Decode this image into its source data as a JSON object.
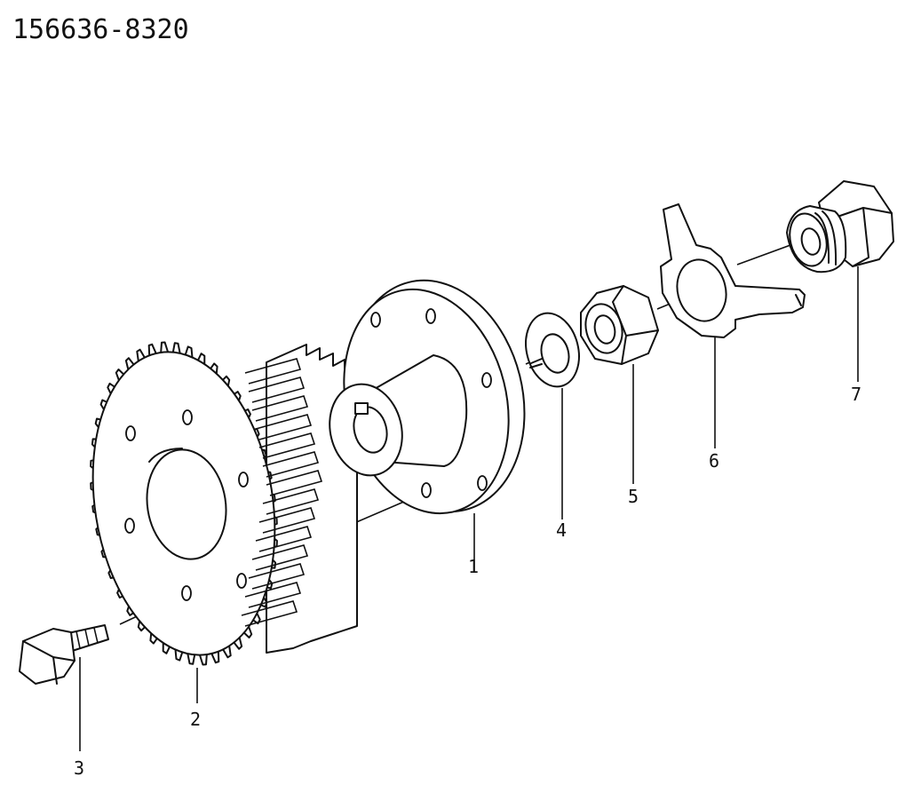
{
  "drawing_number": "156636-8320",
  "parts": [
    {
      "id": "hub",
      "label": "1"
    },
    {
      "id": "gear",
      "label": "2"
    },
    {
      "id": "bolt",
      "label": "3"
    },
    {
      "id": "washer",
      "label": "4"
    },
    {
      "id": "nut",
      "label": "5"
    },
    {
      "id": "lock-plate",
      "label": "6"
    },
    {
      "id": "plug",
      "label": "7"
    }
  ]
}
